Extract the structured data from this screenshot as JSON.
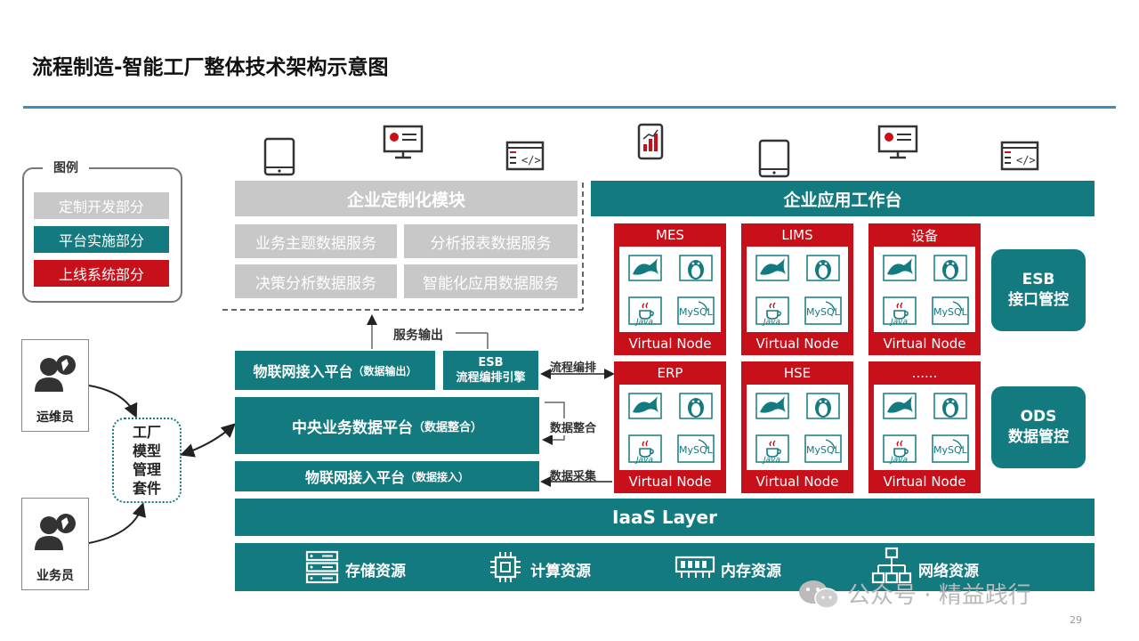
{
  "title": "流程制造-智能工厂整体技术架构示意图",
  "legend": {
    "title": "图例",
    "items": [
      "定制开发部分",
      "平台实施部分",
      "上线系统部分"
    ]
  },
  "roles": [
    "运维员",
    "业务员"
  ],
  "factory_kit": "工厂\n模型\n管理\n套件",
  "custom_module": {
    "title": "企业定制化模块",
    "services": [
      "业务主题数据服务",
      "分析报表数据服务",
      "决策分析数据服务",
      "智能化应用数据服务"
    ]
  },
  "service_output": "服务输出",
  "iot_output": {
    "main": "物联网接入平台",
    "sub": "（数据输出）"
  },
  "esb_engine": {
    "line1": "ESB",
    "line2": "流程编排引擎"
  },
  "central_platform": {
    "main": "中央业务数据平台",
    "sub": "（数据整合）"
  },
  "iot_input": {
    "main": "物联网接入平台",
    "sub": "（数据接入）"
  },
  "flow_labels": {
    "orchestration": "流程编排",
    "integration": "数据整合",
    "collection": "数据采集"
  },
  "workbench": {
    "title": "企业应用工作台"
  },
  "nodes": [
    {
      "name": "MES",
      "footer": "Virtual Node"
    },
    {
      "name": "LIMS",
      "footer": "Virtual Node"
    },
    {
      "name": "设备",
      "footer": "Virtual Node"
    },
    {
      "name": "ERP",
      "footer": "Virtual Node"
    },
    {
      "name": "HSE",
      "footer": "Virtual Node"
    },
    {
      "name": "......",
      "footer": "Virtual Node"
    }
  ],
  "tech_labels": {
    "java": "Java",
    "mysql": "MySQL"
  },
  "esb_control": {
    "line1": "ESB",
    "line2": "接口管控"
  },
  "ods_control": {
    "line1": "ODS",
    "line2": "数据管控"
  },
  "iaas": "IaaS Layer",
  "resources": [
    "存储资源",
    "计算资源",
    "内存资源",
    "网络资源"
  ],
  "watermark": "公众号 · 精益践行",
  "page_number": "29",
  "colors": {
    "teal": "#137a80",
    "red": "#c8101b",
    "gray": "#c8c8c8",
    "rule": "#3a8fb7"
  }
}
